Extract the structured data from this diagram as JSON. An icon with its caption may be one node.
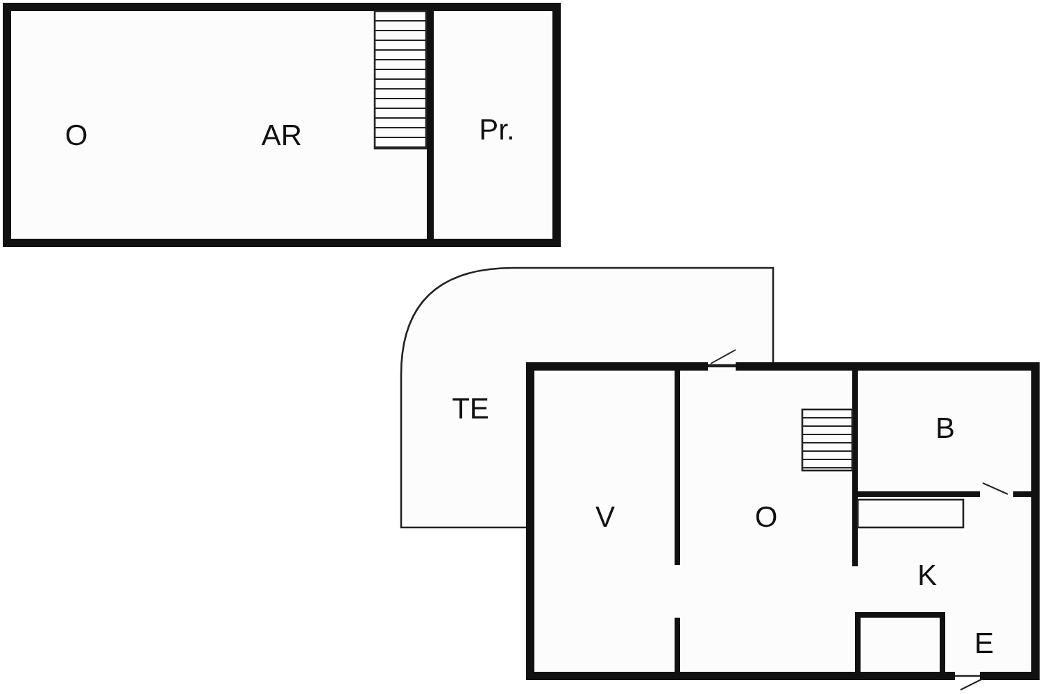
{
  "diagram": {
    "labels": [
      "O",
      "AR",
      "Pr.",
      "TE",
      "V",
      "O",
      "B",
      "K",
      "E"
    ]
  }
}
